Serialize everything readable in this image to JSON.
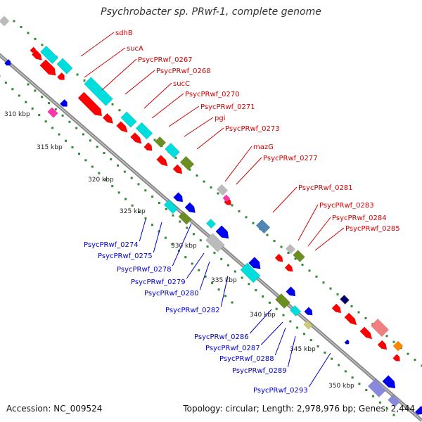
{
  "title": "Psychrobacter sp. PRwf-1, complete genome",
  "footer": {
    "accession": "Accession: NC_009524",
    "summary": "Topology: circular; Length: 2,978,976 bp; Genes: 2,444"
  },
  "colors": {
    "forward_labels": "#d10000",
    "reverse_labels": "#0000cc",
    "backbone": "#8a8a8a",
    "ticks": "#2e8b2e",
    "cds_forward": "#ff0000",
    "cds_reverse": "#0000ee",
    "cog_cyan": "#00dddd",
    "cog_olive": "#6b8e23",
    "cog_gray": "#bbbbbb",
    "cog_pink": "#ff33aa",
    "cog_steel": "#4f86b6",
    "cog_orange": "#ff8800",
    "cog_salmon": "#f08080",
    "cog_khaki": "#cccc77",
    "cog_navy": "#000066",
    "cog_lavender": "#8888dd"
  },
  "scale_labels": [
    "310 kbp",
    "315 kbp",
    "320 kbp",
    "325 kbp",
    "330 kbp",
    "335 kbp",
    "340 kbp",
    "345 kbp",
    "350 kbp"
  ],
  "forward_genes": [
    "sdhB",
    "sucA",
    "PsycPRwf_0267",
    "PsycPRwf_0268",
    "sucC",
    "PsycPRwf_0270",
    "PsycPRwf_0271",
    "pgi",
    "PsycPRwf_0273",
    "mazG",
    "PsycPRwf_0277",
    "PsycPRwf_0281",
    "PsycPRwf_0283",
    "PsycPRwf_0284",
    "PsycPRwf_0285"
  ],
  "reverse_genes": [
    "PsycPRwf_0274",
    "PsycPRwf_0275",
    "PsycPRwf_0278",
    "PsycPRwf_0279",
    "PsycPRwf_0280",
    "PsycPRwf_0282",
    "PsycPRwf_0286",
    "PsycPRwf_0287",
    "PsycPRwf_0288",
    "PsycPRwf_0289",
    "PsycPRwf_0293"
  ]
}
